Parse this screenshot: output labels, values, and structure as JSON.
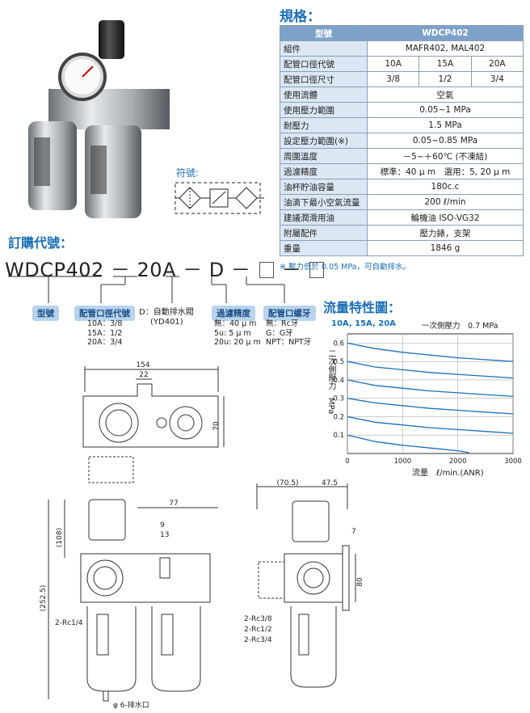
{
  "spec": {
    "title": "規格：",
    "header": {
      "label": "型號",
      "value": "WDCP402"
    },
    "rows": [
      {
        "label": "組件",
        "value": "MAFR402, MAL402"
      },
      {
        "label": "配管口徑代號",
        "values": [
          "10A",
          "15A",
          "20A"
        ]
      },
      {
        "label": "配管口徑尺寸",
        "values": [
          "3/8",
          "1/2",
          "3/4"
        ]
      },
      {
        "label": "使用流體",
        "value": "空氣"
      },
      {
        "label": "使用壓力範圍",
        "value": "0.05~1 MPa"
      },
      {
        "label": "耐壓力",
        "value": "1.5 MPa"
      },
      {
        "label": "設定壓力範圍(※)",
        "value": "0.05~0.85 MPa"
      },
      {
        "label": "周圍溫度",
        "value": "－5~＋60℃ (不凍結)"
      },
      {
        "label": "過濾精度",
        "value": "標準：40 µ m　選用：5, 20 µ m"
      },
      {
        "label": "油杯貯油容量",
        "value": "180c.c"
      },
      {
        "label": "油滴下最小空氣流量",
        "value": "200 ℓ/min"
      },
      {
        "label": "建議潤滑用油",
        "value": "輪機油 ISO-VG32"
      },
      {
        "label": "附屬配件",
        "value": "壓力錶，支架"
      },
      {
        "label": "重量",
        "value": "1846 g"
      }
    ],
    "note": "※ 壓力低於 0.05 MPa，可自動排水。"
  },
  "symbol_label": "符號:",
  "order": {
    "title": "訂購代號：",
    "code": {
      "model": "WDCP402",
      "dash": "－",
      "size": "20A",
      "drain": "D"
    },
    "groups": {
      "model": {
        "tag": "型號"
      },
      "port": {
        "tag": "配管口徑代號",
        "options": [
          "10A：3/8",
          "15A：1/2",
          "20A：3/4"
        ]
      },
      "drain": {
        "tag": "D：自動排水閥",
        "sub": "(YD401)"
      },
      "filter": {
        "tag": "過濾精度",
        "options": [
          "無：40 µ m",
          "5u: 5 µ m",
          "20u: 20 µ m"
        ]
      },
      "thread": {
        "tag": "配管口螺牙",
        "options": [
          "無：Rc牙",
          "G：G牙",
          "NPT：NPT牙"
        ]
      }
    }
  },
  "flow": {
    "title": "流量特性圖：",
    "sizes": "10A, 15A, 20A",
    "inlet_pressure": "一次側壓力　0.7 MPa",
    "ylabel": "二次側壓力　MPa",
    "xlabel": "流量　ℓ/min.(ANR)"
  },
  "chart_data": {
    "type": "line",
    "title": "",
    "xlabel": "流量　ℓ/min.(ANR)",
    "ylabel": "二次側壓力　MPa",
    "xlim": [
      0,
      3000
    ],
    "ylim": [
      0,
      0.65
    ],
    "xticks": [
      0,
      1000,
      2000,
      3000
    ],
    "yticks": [
      0.1,
      0.2,
      0.3,
      0.4,
      0.5,
      0.6
    ],
    "grid": true,
    "series": [
      {
        "x": [
          0,
          500,
          1000,
          1500,
          2000,
          2500,
          3000
        ],
        "y": [
          0.6,
          0.57,
          0.55,
          0.535,
          0.52,
          0.51,
          0.5
        ]
      },
      {
        "x": [
          0,
          500,
          1000,
          1500,
          2000,
          2500,
          3000
        ],
        "y": [
          0.5,
          0.47,
          0.455,
          0.44,
          0.43,
          0.42,
          0.41
        ]
      },
      {
        "x": [
          0,
          500,
          1000,
          1500,
          2000,
          2500,
          3000
        ],
        "y": [
          0.4,
          0.37,
          0.355,
          0.34,
          0.33,
          0.32,
          0.31
        ]
      },
      {
        "x": [
          0,
          500,
          1000,
          1500,
          2000,
          2500,
          3000
        ],
        "y": [
          0.3,
          0.275,
          0.26,
          0.245,
          0.235,
          0.225,
          0.215
        ]
      },
      {
        "x": [
          0,
          500,
          1000,
          1500,
          2000,
          2500,
          3000
        ],
        "y": [
          0.2,
          0.17,
          0.155,
          0.14,
          0.13,
          0.12,
          0.11
        ]
      },
      {
        "x": [
          0,
          500,
          1000,
          1500,
          2000,
          2200
        ],
        "y": [
          0.1,
          0.065,
          0.045,
          0.03,
          0.015,
          0.005
        ]
      }
    ]
  },
  "drawings": {
    "top_view": {
      "dims": [
        "154",
        "22",
        "70"
      ]
    },
    "front_view": {
      "dims": [
        "77",
        "9",
        "13",
        "(108)",
        "(252.5)"
      ],
      "labels": [
        "2-Rc1/4",
        "φ 6-排水口"
      ]
    },
    "side_view": {
      "dims": [
        "(70.5)",
        "47.5",
        "7",
        "80"
      ],
      "labels": [
        "2-Rc3/8",
        "2-Rc1/2",
        "2-Rc3/4"
      ]
    }
  }
}
